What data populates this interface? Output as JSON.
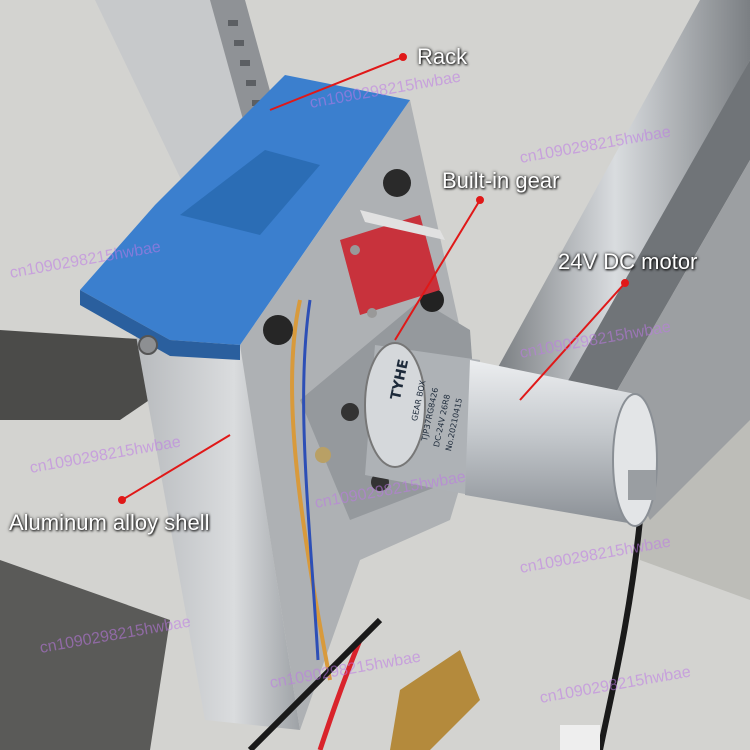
{
  "labels": {
    "rack": "Rack",
    "gear": "Built-in gear",
    "motor": "24V DC motor",
    "shell": "Aluminum alloy shell"
  },
  "motor_text": {
    "brand": "TYHE",
    "line1": "GEAR BOX",
    "line2": "TJP37RG8426",
    "line3": "DC-24V 26R8",
    "line4": "No.20210415"
  },
  "watermark": "cn1090298215hwbae",
  "colors": {
    "lid_blue": "#3b7fce",
    "switch_red": "#c8323c",
    "pointer_red": "#e01818",
    "motor_steel": "#c9ccd0"
  }
}
